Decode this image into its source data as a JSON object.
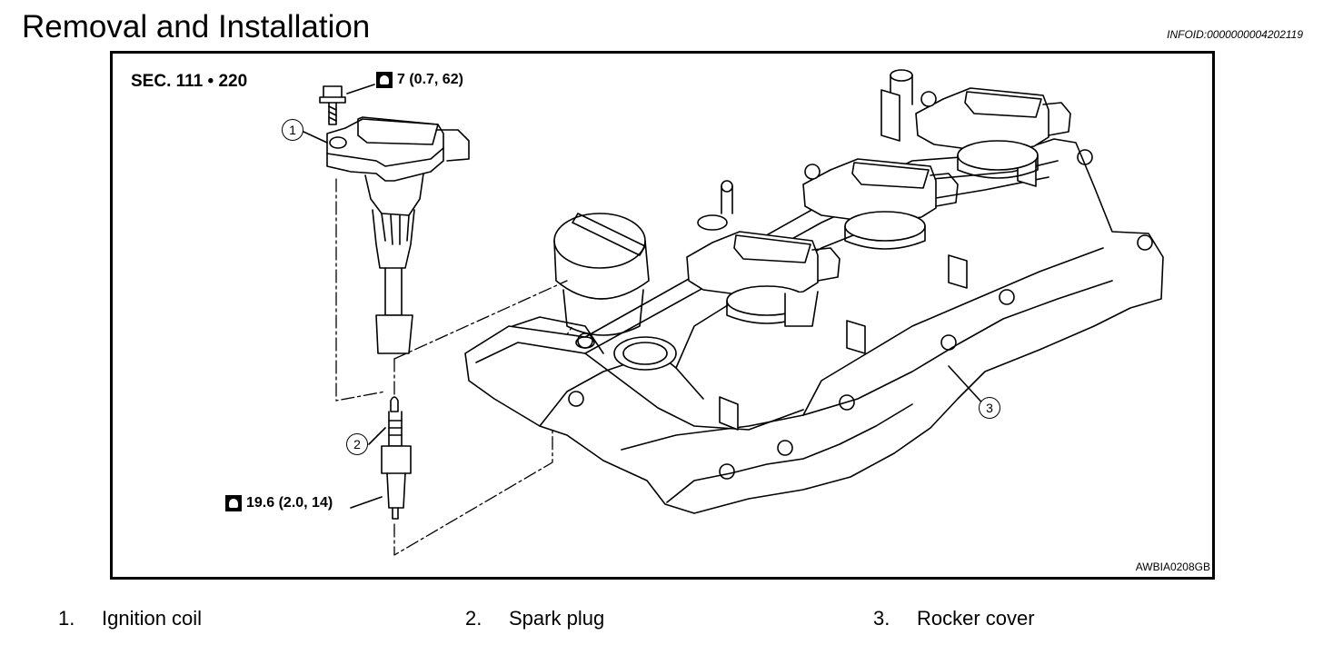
{
  "header": {
    "title": "Removal and Installation",
    "info_id": "INFOID:0000000004202119"
  },
  "figure": {
    "section": "SEC. 111 • 220",
    "torque_bolt": "7 (0.7, 62)",
    "torque_plug": "19.6 (2.0, 14)",
    "callouts": [
      "1",
      "2",
      "3"
    ],
    "code": "AWBIA0208GB"
  },
  "legend": [
    {
      "num": "1.",
      "label": "Ignition coil"
    },
    {
      "num": "2.",
      "label": "Spark plug"
    },
    {
      "num": "3.",
      "label": "Rocker cover"
    }
  ]
}
